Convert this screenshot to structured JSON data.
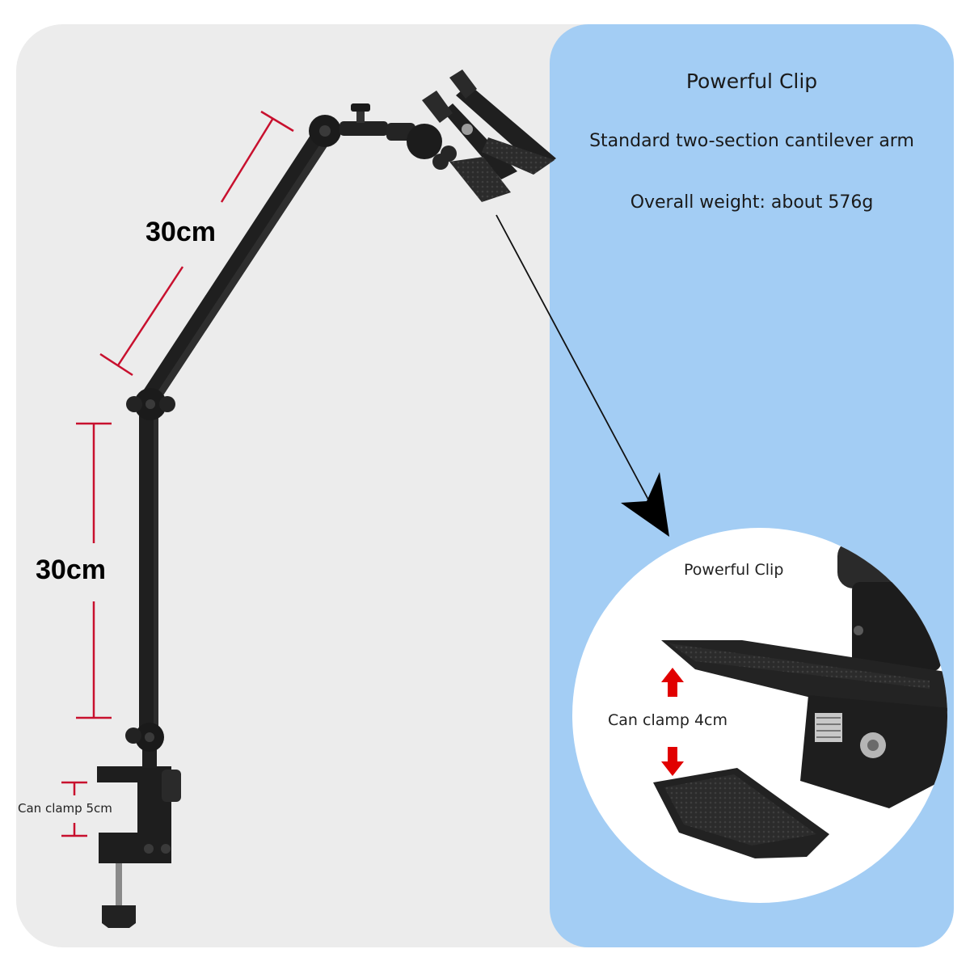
{
  "info_panel": {
    "title": "Powerful Clip",
    "specs": [
      "Standard two-section cantilever arm",
      "Overall weight: about 576g"
    ]
  },
  "dimensions": {
    "upper_arm": "30cm",
    "lower_arm": "30cm",
    "base_clamp": "Can clamp 5cm"
  },
  "detail_view": {
    "title": "Powerful Clip",
    "clamp_capacity": "Can clamp 4cm"
  },
  "colors": {
    "panel_gray": "#ececec",
    "panel_blue": "#a3cdf4",
    "dimension_red": "#c8102e",
    "arrow_red": "#e10000",
    "metal_black": "#1c1c1c"
  }
}
